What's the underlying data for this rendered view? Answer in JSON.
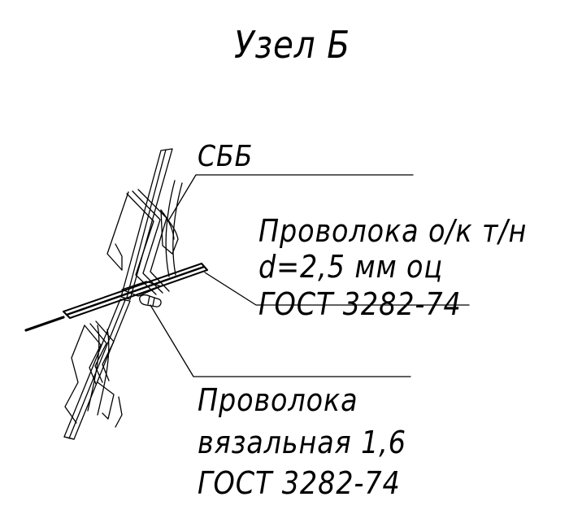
{
  "title": "Узел Б",
  "callouts": {
    "sbb": "СББ",
    "wire_main": {
      "line1": "Проволока о/к т/н",
      "line2": "d=2,5 мм оц",
      "line3": "ГОСТ 3282-74"
    },
    "wire_tie": {
      "line1": "Проволока",
      "line2": "вязальная 1,6",
      "line3": "ГОСТ 3282-74"
    }
  },
  "colors": {
    "ink": "#000000",
    "background": "#ffffff"
  }
}
